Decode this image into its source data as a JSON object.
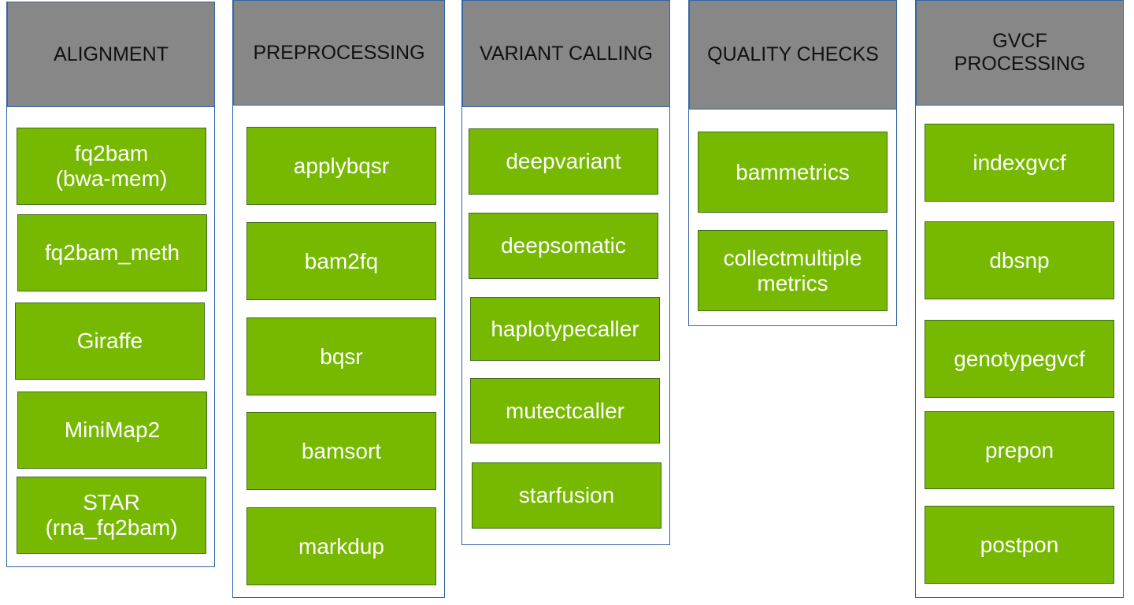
{
  "colors": {
    "header": "#878787",
    "tool": "#76b900",
    "border": "#3465a4",
    "tool_text": "#ffffff"
  },
  "columns": [
    {
      "header": "ALIGNMENT",
      "tools": [
        "fq2bam\n(bwa-mem)",
        "fq2bam_meth",
        "Giraffe",
        "MiniMap2",
        "STAR\n(rna_fq2bam)"
      ]
    },
    {
      "header": "PREPROCESSING",
      "tools": [
        "applybqsr",
        "bam2fq",
        "bqsr",
        "bamsort",
        "markdup"
      ]
    },
    {
      "header": "VARIANT CALLING",
      "tools": [
        "deepvariant",
        "deepsomatic",
        "haplotypecaller",
        "mutectcaller",
        "starfusion"
      ]
    },
    {
      "header": "QUALITY CHECKS",
      "tools": [
        "bammetrics",
        "collectmultiple\nmetrics"
      ]
    },
    {
      "header": "GVCF\nPROCESSING",
      "tools": [
        "indexgvcf",
        "dbsnp",
        "genotypegvcf",
        "prepon",
        "postpon"
      ]
    }
  ]
}
